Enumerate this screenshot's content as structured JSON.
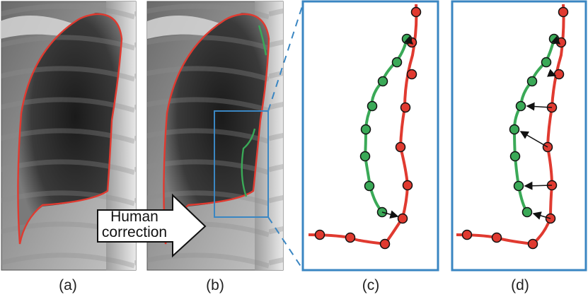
{
  "panels": [
    {
      "id": "a",
      "caption": "(a)"
    },
    {
      "id": "b",
      "caption": "(b)"
    },
    {
      "id": "c",
      "caption": "(c)"
    },
    {
      "id": "d",
      "caption": "(d)"
    }
  ],
  "arrow": {
    "line1": "Human",
    "line2": "correction"
  },
  "colors": {
    "contour_red": "#e03a30",
    "correction_green": "#3aa957",
    "box_blue": "#3a86c2",
    "arrow_black": "#111111"
  }
}
